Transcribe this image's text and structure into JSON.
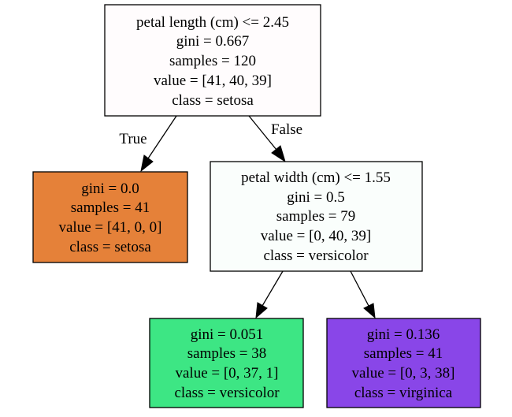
{
  "tree": {
    "nodes": [
      {
        "id": "root",
        "fill": "#fffcfd",
        "lines": [
          "petal length (cm) <= 2.45",
          "gini = 0.667",
          "samples = 120",
          "value = [41, 40, 39]",
          "class = setosa"
        ]
      },
      {
        "id": "setosa-leaf",
        "fill": "#e58139",
        "lines": [
          "gini = 0.0",
          "samples = 41",
          "value = [41, 0, 0]",
          "class = setosa"
        ]
      },
      {
        "id": "petal-width-split",
        "fill": "#fafefc",
        "lines": [
          "petal width (cm) <= 1.55",
          "gini = 0.5",
          "samples = 79",
          "value = [0, 40, 39]",
          "class = versicolor"
        ]
      },
      {
        "id": "versicolor-leaf",
        "fill": "#3de684",
        "lines": [
          "gini = 0.051",
          "samples = 38",
          "value = [0, 37, 1]",
          "class = versicolor"
        ]
      },
      {
        "id": "virginica-leaf",
        "fill": "#8946e8",
        "lines": [
          "gini = 0.136",
          "samples = 41",
          "value = [0, 3, 38]",
          "class = virginica"
        ]
      }
    ],
    "edges": [
      {
        "from": "root",
        "to": "setosa-leaf",
        "label": "True"
      },
      {
        "from": "root",
        "to": "petal-width-split",
        "label": "False"
      },
      {
        "from": "petal-width-split",
        "to": "versicolor-leaf",
        "label": ""
      },
      {
        "from": "petal-width-split",
        "to": "virginica-leaf",
        "label": ""
      }
    ]
  }
}
